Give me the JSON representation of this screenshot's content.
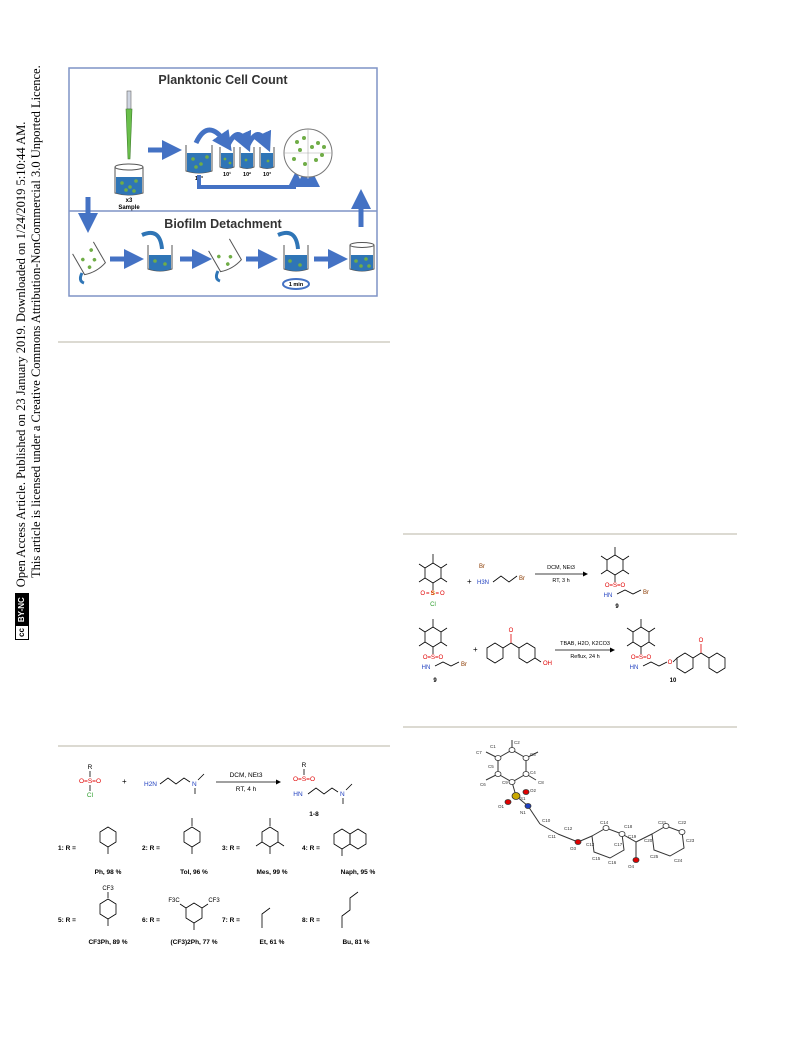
{
  "sidebar": {
    "line1": "Open Access Article. Published on 23 January 2019. Downloaded on 1/24/2019 5:10:44 AM.",
    "line2": "This article is licensed under a Creative Commons Attribution-NonCommercial 3.0 Unported Licence.",
    "badge_cc": "cc",
    "badge_label": "BY-NC"
  },
  "figure1": {
    "title_top": "Planktonic Cell Count",
    "title_bottom": "Biofilm Detachment",
    "sample_count": "x3",
    "sample_label": "Sample",
    "dilutions": [
      "10°",
      "10¹",
      "10²",
      "10³"
    ],
    "timer_label": "1 min"
  },
  "scheme_right": {
    "row1": {
      "sub_cl": "Cl",
      "sub_so": "O=S=O",
      "plus": "+",
      "reagent_br": "Br",
      "reagent_h3n": "H3N",
      "reagent_br2": "Br",
      "cond1": "DCM, NEt3",
      "cond2": "RT, 3 h",
      "product_num": "9",
      "product_hn": "HN",
      "product_br": "Br"
    },
    "row2": {
      "sub_num": "9",
      "sub_hn": "HN",
      "sub_br": "Br",
      "plus": "+",
      "reagent_oh": "OH",
      "cond1": "TBAB, H2O, K2CO3",
      "cond2": "Reflux, 24 h",
      "product_num": "10",
      "product_hn": "HN",
      "product_o": "O"
    }
  },
  "scheme_left": {
    "sub_r": "R",
    "sub_so": "O=S=O",
    "sub_cl": "Cl",
    "plus": "+",
    "amine_h2n": "H2N",
    "amine_n": "N",
    "cond1": "DCM, NEt3",
    "cond2": "RT, 4 h",
    "product_r": "R",
    "product_hn": "HN",
    "product_n": "N",
    "product_label": "1-8",
    "entries": [
      {
        "id": "1: R =",
        "name": "Ph, 98 %"
      },
      {
        "id": "2: R =",
        "name": "Tol, 96 %"
      },
      {
        "id": "3: R =",
        "name": "Mes, 99 %"
      },
      {
        "id": "4: R =",
        "name": "Naph, 95 %"
      },
      {
        "id": "5: R =",
        "name": "CF3Ph, 89 %",
        "label_top": "CF3"
      },
      {
        "id": "6: R =",
        "name": "(CF3)2Ph, 77 %",
        "label_left": "F3C",
        "label_right": "CF3"
      },
      {
        "id": "7: R =",
        "name": "Et, 61 %"
      },
      {
        "id": "8: R =",
        "name": "Bu, 81 %"
      }
    ]
  },
  "crystal": {
    "atom_labels": [
      "C1",
      "C2",
      "C3",
      "C4",
      "C5",
      "C6",
      "C7",
      "C8",
      "C9",
      "S1",
      "O1",
      "O2",
      "N1",
      "C10",
      "C11",
      "C12",
      "O3",
      "C13",
      "C14",
      "C15",
      "C16",
      "C17",
      "C18",
      "C19",
      "O4",
      "C20",
      "C21",
      "C22",
      "C23",
      "C24",
      "C25"
    ]
  },
  "colors": {
    "frame": "#7f93c6",
    "arrow": "#4472c4",
    "water": "#2f75b6",
    "cell": "#70ad47",
    "rule": "#dcdad2",
    "sulfur": "#c9a800",
    "oxygen": "#e00000",
    "nitrogen": "#2040c0"
  }
}
